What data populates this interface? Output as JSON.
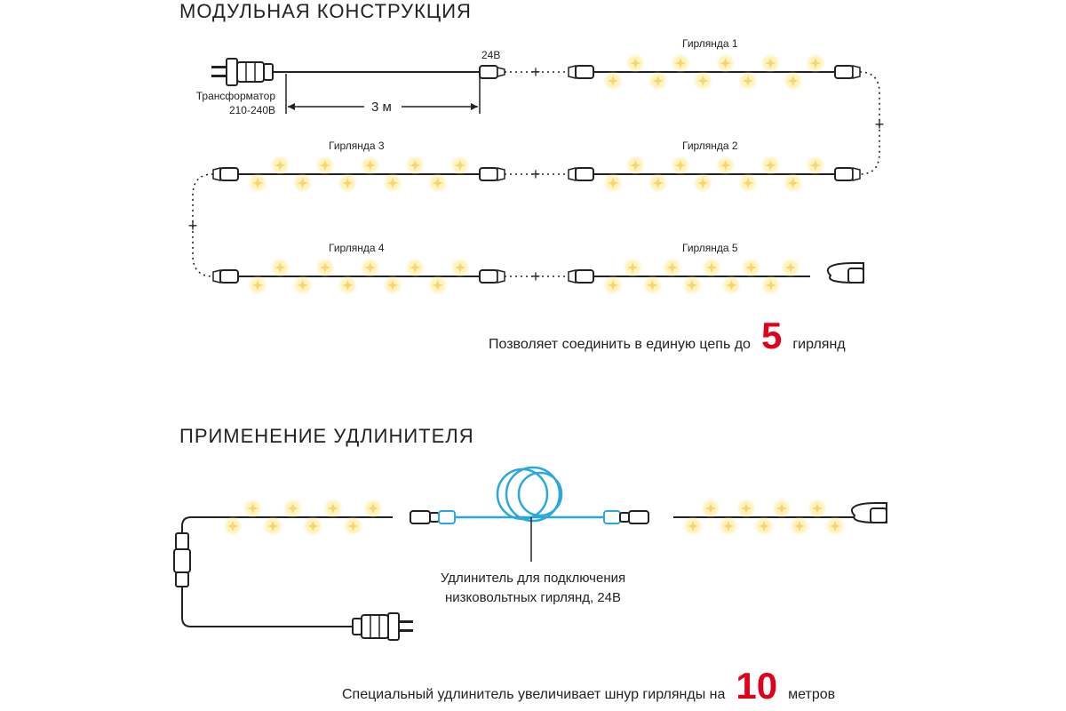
{
  "section1": {
    "title": "МОДУЛЬНАЯ КОНСТРУКЦИЯ",
    "transformer_label_1": "Трансформатор",
    "transformer_label_2": "210-240В",
    "voltage_label": "24В",
    "length_label": "3 м",
    "garlands": [
      "Гирлянда 1",
      "Гирлянда 2",
      "Гирлянда 3",
      "Гирлянда 4",
      "Гирлянда 5"
    ],
    "plus": "+",
    "caption_before": "Позволяет соединить в единую цепь до",
    "caption_number": "5",
    "caption_after": "гирлянд"
  },
  "section2": {
    "title": "ПРИМЕНЕНИЕ УДЛИНИТЕЛЯ",
    "extender_label_1": "Удлинитель для подключения",
    "extender_label_2": "низковольтных гирлянд, 24В",
    "caption_before": "Специальный удлинитель увеличивает шнур гирлянды на",
    "caption_number": "10",
    "caption_after": "метров"
  },
  "colors": {
    "wire": "#222222",
    "led": "#f5d76e",
    "led_glow": "#fff6c8",
    "extender": "#2aa7dc",
    "accent": "#e0001b"
  }
}
